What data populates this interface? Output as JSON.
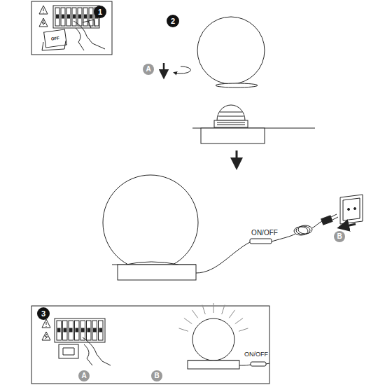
{
  "diagram": {
    "labels": [
      "1",
      "OFF",
      "2",
      "A",
      "ON/OFF",
      "B",
      "3",
      "A",
      "B",
      "ON/OFF"
    ]
  }
}
